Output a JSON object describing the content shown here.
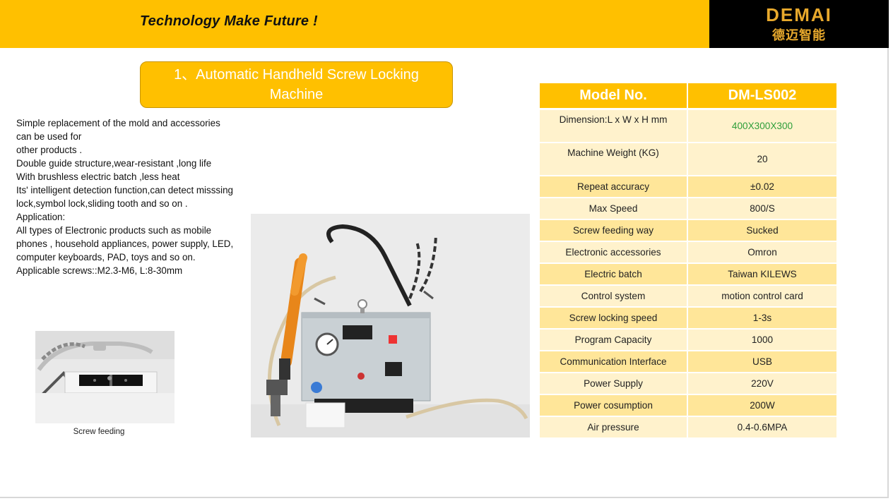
{
  "header": {
    "slogan": "Technology Make Future !",
    "logo_en": "DEMAI",
    "logo_cn": "德迈智能"
  },
  "title": {
    "line1": "1、Automatic Handheld Screw Locking",
    "line2": "Machine"
  },
  "description": [
    "Simple replacement of the mold and accessories can be used for",
    "other products .",
    "Double guide structure,wear-resistant ,long life",
    "With brushless electric batch ,less heat",
    "Its' intelligent detection function,can detect misssing lock,symbol lock,sliding tooth and so on .",
    "Application:",
    "All types of Electronic products such as mobile phones , household appliances, power supply, LED, computer keyboards, PAD, toys and so on.",
    "Applicable screws::M2.3-M6, L:8-30mm"
  ],
  "thumb_caption": "Screw feeding",
  "table": {
    "header": [
      "Model No.",
      "DM-LS002"
    ],
    "rows": [
      {
        "label": "Dimension:L x W x H mm",
        "value": "400X300X300"
      },
      {
        "label": "Machine Weight (KG)",
        "value": "20"
      },
      {
        "label": "Repeat accuracy",
        "value": "±0.02"
      },
      {
        "label": "Max Speed",
        "value": "800/S"
      },
      {
        "label": "Screw feeding way",
        "value": "Sucked"
      },
      {
        "label": "Electronic accessories",
        "value": "Omron"
      },
      {
        "label": "Electric batch",
        "value": "Taiwan KILEWS"
      },
      {
        "label": "Control system",
        "value": "motion control card"
      },
      {
        "label": "Screw locking speed",
        "value": "1-3s"
      },
      {
        "label": "Program Capacity",
        "value": "1000"
      },
      {
        "label": "Communication Interface",
        "value": "USB"
      },
      {
        "label": "Power Supply",
        "value": "220V"
      },
      {
        "label": "Power cosumption",
        "value": "200W"
      },
      {
        "label": "Air pressure",
        "value": "0.4-0.6MPA"
      }
    ]
  },
  "colors": {
    "accent": "#ffc000",
    "row_dark": "#ffe699",
    "row_light": "#fff2cc",
    "logo": "#e8a92c",
    "dimension_value": "#2e9e3a"
  }
}
